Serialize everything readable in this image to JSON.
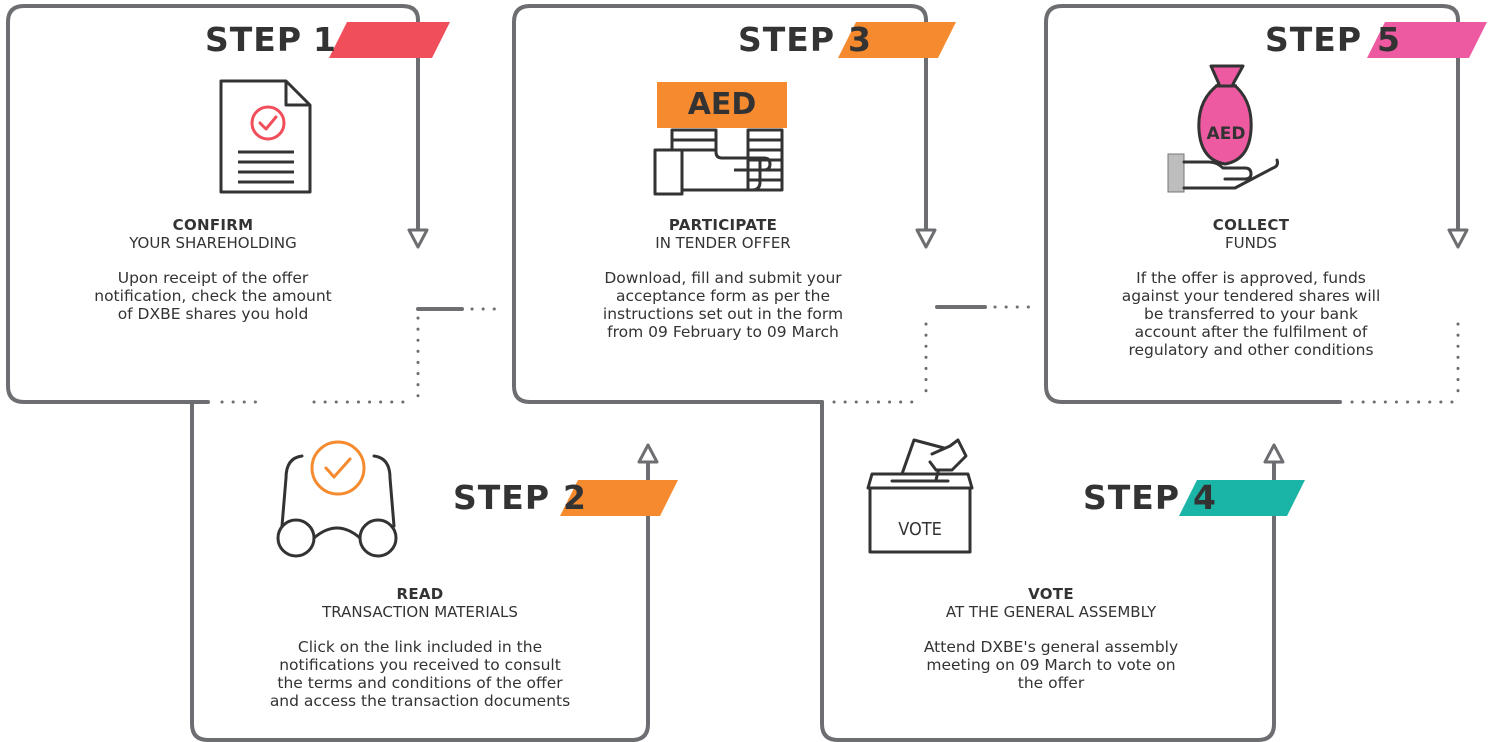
{
  "steps": [
    {
      "word": "STEP",
      "number": "1",
      "color": "#f04e5a",
      "title": "CONFIRM",
      "subtitle": "YOUR SHAREHOLDING",
      "description": [
        "Upon receipt of the offer",
        "notification, check the amount",
        "of DXBE shares you hold"
      ]
    },
    {
      "word": "STEP",
      "number": "2",
      "color": "#f58a2e",
      "title": "READ",
      "subtitle": "TRANSACTION MATERIALS",
      "description": [
        "Click on the link included in the",
        "notifications you received to consult",
        "the terms and conditions of the offer",
        "and access the transaction documents"
      ]
    },
    {
      "word": "STEP",
      "number": "3",
      "color": "#f58a2e",
      "title": "PARTICIPATE",
      "subtitle": "IN TENDER OFFER",
      "description": [
        "Download, fill and submit your",
        "acceptance form as per the",
        "instructions set out in the form",
        "from 09 February to 09 March"
      ]
    },
    {
      "word": "STEP",
      "number": "4",
      "color": "#1bb5a7",
      "title": "VOTE",
      "subtitle": "AT THE GENERAL ASSEMBLY",
      "description": [
        "Attend DXBE's general assembly",
        "meeting on 09 March to vote on",
        "the offer"
      ]
    },
    {
      "word": "STEP",
      "number": "5",
      "color": "#ee5aa1",
      "title": "COLLECT",
      "subtitle": "FUNDS",
      "description": [
        "If the offer is approved, funds",
        "against your tendered shares will",
        "be transferred to your bank",
        "account after the fulfilment of",
        "regulatory and other conditions"
      ]
    }
  ],
  "icons": {
    "step3_label": "AED",
    "step5_label": "AED",
    "step4_label": "VOTE"
  },
  "colors": {
    "line": "#6d6e71",
    "icon": "#333333",
    "orange": "#f58a2e",
    "pink": "#ee5aa1"
  }
}
